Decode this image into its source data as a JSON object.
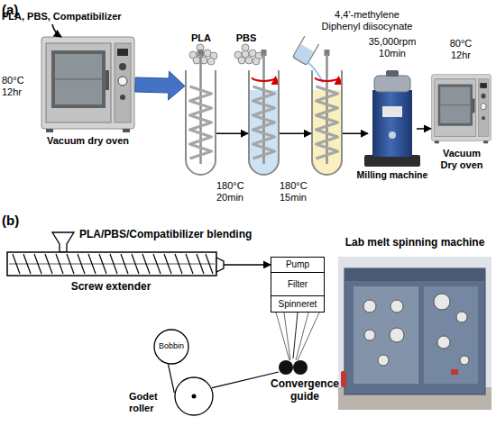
{
  "diagram": {
    "nodes": [
      {
        "text": [
          "80°C 12hr",
          "Vacuum dry oven"
        ]
      },
      {
        "text": [
          "PLA",
          "PBS"
        ]
      },
      {
        "text": [
          "180°C 20min"
        ]
      },
      {
        "text": [
          "180°C 15min"
        ]
      },
      {
        "text": [
          "35,000rpm 10min",
          "Milling machine"
        ]
      },
      {
        "text": [
          "80°C 12hr",
          "Vacuum Dry oven"
        ]
      },
      {
        "text": [
          "Screw extender"
        ]
      },
      {
        "text": [
          "Pump"
        ]
      },
      {
        "text": [
          "Filter"
        ]
      },
      {
        "text": [
          "Spinneret"
        ]
      },
      {
        "text": [
          "Bobbin"
        ]
      },
      {
        "text": [
          "Godet roller"
        ]
      },
      {
        "text": [
          "Convergence guide"
        ]
      },
      {
        "text": [
          "Lab melt spinning machine"
        ]
      }
    ],
    "edges": [
      {
        "from": 0,
        "to": 1,
        "arrow": "to"
      },
      {
        "from": 1,
        "to": 2,
        "arrow": "to"
      },
      {
        "from": 2,
        "to": 3,
        "arrow": "to"
      },
      {
        "from": 3,
        "to": 4,
        "arrow": "to"
      },
      {
        "from": 4,
        "to": 5,
        "arrow": "to"
      },
      {
        "from": 6,
        "to": 7,
        "arrow": "to"
      },
      {
        "from": 9,
        "to": 12,
        "arrow": "none"
      },
      {
        "from": 12,
        "to": 11,
        "arrow": "none"
      },
      {
        "from": 11,
        "to": 10,
        "arrow": "none"
      }
    ],
    "labels": [
      "(a)",
      "PLA, PBS, Compatibilizer",
      "4,4'-methylene Diphenyl diisocynate",
      "(b)",
      "PLA/PBS/Compatibilizer blending"
    ]
  }
}
